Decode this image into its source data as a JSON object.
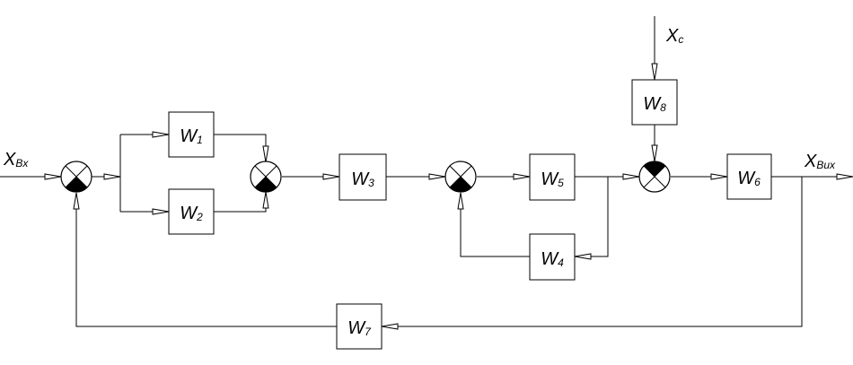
{
  "signals": {
    "input": {
      "main": "X",
      "sub": "Bx"
    },
    "output": {
      "main": "X",
      "sub": "Bux"
    },
    "disturbance": {
      "main": "X",
      "sub": "c"
    }
  },
  "blocks": [
    {
      "id": "w1",
      "main": "W",
      "sub": "1"
    },
    {
      "id": "w2",
      "main": "W",
      "sub": "2"
    },
    {
      "id": "w3",
      "main": "W",
      "sub": "3"
    },
    {
      "id": "w4",
      "main": "W",
      "sub": "4"
    },
    {
      "id": "w5",
      "main": "W",
      "sub": "5"
    },
    {
      "id": "w6",
      "main": "W",
      "sub": "6"
    },
    {
      "id": "w7",
      "main": "W",
      "sub": "7"
    },
    {
      "id": "w8",
      "main": "W",
      "sub": "8"
    }
  ]
}
